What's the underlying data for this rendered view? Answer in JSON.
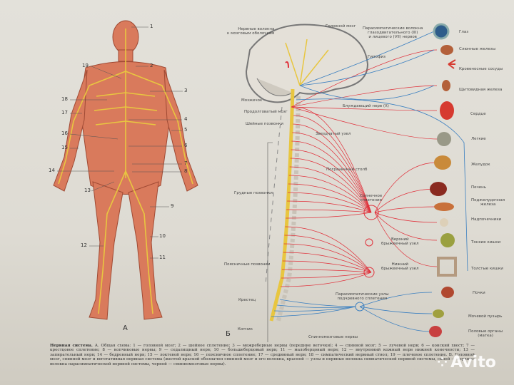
{
  "figure_a": {
    "letter": "А",
    "numbers": [
      "1",
      "2",
      "19",
      "3",
      "18",
      "17",
      "4",
      "5",
      "16",
      "6",
      "15",
      "7",
      "8",
      "14",
      "13",
      "9",
      "10",
      "12",
      "11"
    ]
  },
  "figure_b": {
    "letter": "Б",
    "labels": {
      "nerve_fibers": "Нервные волокна\nк мозговым оболочкам",
      "brain": "Головной мозг",
      "parasympathetic_fibers": "Парасимпатические волокна\nглазодвигательного (III)\nи лицевого (VII) нервов",
      "pituitary": "Гипофиз",
      "cerebellum": "Мозжечок",
      "medulla": "Продолговатый мозг",
      "cervical": "Шейные позвонки",
      "vagus": "Блуждающий нерв (X)",
      "stellate": "Звездчатый узел",
      "border_column": "Пограничный столб",
      "thoracic": "Грудные позвонки",
      "solar_plexus": "Солнечное\nсплетение",
      "upper_mesenteric": "Верхний\nбрыжеечный узел",
      "lumbar": "Поясничные позвонки",
      "lower_mesenteric": "Нижний\nбрыжеечный узел",
      "hypogastric": "Парасимпатические узлы\nподчревного сплетения",
      "sacrum": "Крестец",
      "coccyx": "Копчик",
      "spinal_nerves": "Спинномозговые нервы"
    },
    "organs": [
      "Глаз",
      "Слюнные железы",
      "Кровеносные сосуды",
      "Щитовидная железа",
      "Сердце",
      "Легкие",
      "Желудок",
      "Печень",
      "Поджелудочная\nжелеза",
      "Надпочечники",
      "Тонкие кишки",
      "Толстые кишки",
      "Почки",
      "Мочевой пузырь",
      "Половые органы\n(матка)"
    ]
  },
  "caption": {
    "title": "Нервная система.",
    "text": "А. Общая схема: 1 — головной мозг; 2 — шейное сплетение; 3 — межреберные нервы (передние веточки); 4 — спинной мозг; 5 — лучевой нерв; 6 — конский хвост; 7 — крестцовое сплетение; 8 — копчиковые нервы; 9 — седалищный нерв; 10 — большеберцовый нерв; 11 — малоберцовый нерв; 12 — внутренний кожный нерв нижней конечности; 13 — запирательный нерв; 14 — бедренный нерв; 15 — локтевой нерв; 16 — поясничное сплетение; 17 — срединный нерв; 18 — симпатический нервный ствол; 19 — плечевое сплетение. Б. Головной мозг, спинной мозг и вегетативная нервная система (желтой краской обозначен спинной мозг и его волокна, красной — узлы и нервные волокна симпатической нервной системы, синей — нервные волокна парасимпатической нервной системы, черной — спинномозговые нервы)."
  },
  "watermark": "Avito",
  "colors": {
    "sympathetic": "#e0303a",
    "parasympathetic": "#3a7fc0",
    "spinal_cord": "#e8c640",
    "body": "#d9765a"
  }
}
